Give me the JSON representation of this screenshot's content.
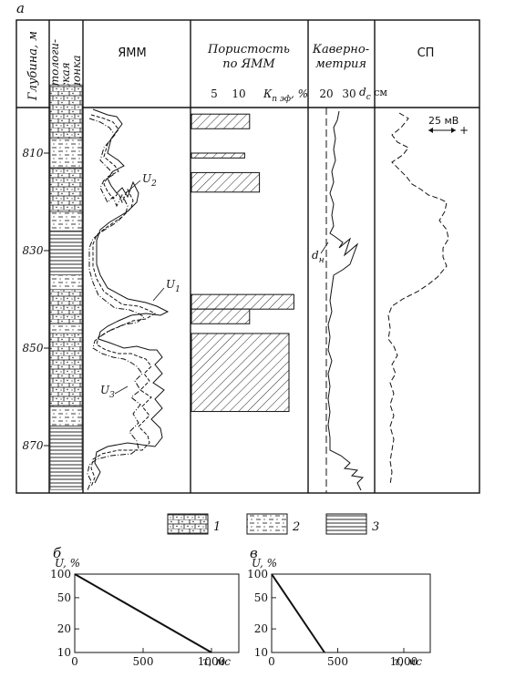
{
  "panel_labels": {
    "a": "а",
    "b": "б",
    "c": "в"
  },
  "headers": {
    "depth": "Глубина, м",
    "litho": [
      "Литологи-",
      "ческая",
      "колонка"
    ],
    "yamm": "ЯММ",
    "porosity": [
      "Пористость",
      "по ЯММ"
    ],
    "caliper": [
      "Каверно-",
      "метрия"
    ],
    "sp": "СП"
  },
  "porosity_scale": {
    "ticks": [
      "5",
      "10"
    ],
    "unit_label": "К",
    "unit_sub": "п эф",
    "unit_suffix": ", %"
  },
  "caliper_scale": {
    "ticks": [
      "20",
      "30"
    ],
    "unit_label": "d",
    "unit_sub": "с",
    "unit_suffix": " см"
  },
  "sp_scale": {
    "label": "25 мВ",
    "plus": "+"
  },
  "depth_ticks": [
    "810",
    "830",
    "850",
    "870"
  ],
  "curve_labels": {
    "u1": "U",
    "u1_sub": "1",
    "u2": "U",
    "u2_sub": "2",
    "u3": "U",
    "u3_sub": "3",
    "dn": "d",
    "dn_sub": "н"
  },
  "legend": [
    {
      "num": "1",
      "pattern": "sandstone"
    },
    {
      "num": "2",
      "pattern": "siltstone"
    },
    {
      "num": "3",
      "pattern": "clay"
    }
  ],
  "lithology_column": [
    {
      "top": 796,
      "bottom": 807,
      "rock": "sandstone"
    },
    {
      "top": 807,
      "bottom": 813,
      "rock": "siltstone"
    },
    {
      "top": 813,
      "bottom": 822,
      "rock": "sandstone"
    },
    {
      "top": 822,
      "bottom": 826,
      "rock": "siltstone"
    },
    {
      "top": 826,
      "bottom": 835,
      "rock": "clay"
    },
    {
      "top": 835,
      "bottom": 838,
      "rock": "siltstone"
    },
    {
      "top": 838,
      "bottom": 845,
      "rock": "sandstone"
    },
    {
      "top": 845,
      "bottom": 847,
      "rock": "siltstone"
    },
    {
      "top": 847,
      "bottom": 862,
      "rock": "sandstone"
    },
    {
      "top": 862,
      "bottom": 866,
      "rock": "siltstone"
    },
    {
      "top": 866,
      "bottom": 879,
      "rock": "clay"
    }
  ],
  "porosity_bars": [
    {
      "top": 802,
      "bottom": 805,
      "value": 12
    },
    {
      "top": 810,
      "bottom": 811,
      "value": 11
    },
    {
      "top": 814,
      "bottom": 818,
      "value": 14
    },
    {
      "top": 839,
      "bottom": 842,
      "value": 21
    },
    {
      "top": 842,
      "bottom": 845,
      "value": 12
    },
    {
      "top": 847,
      "bottom": 863,
      "value": 20
    }
  ],
  "chart_data": [
    {
      "type": "line",
      "panel": "б",
      "xlabel": "τ, мс",
      "ylabel": "U, %",
      "x_ticks": [
        "0",
        "500",
        "1000"
      ],
      "y_ticks": [
        "100",
        "50",
        "20",
        "10"
      ],
      "y_scale": "log",
      "xlim": [
        0,
        1200
      ],
      "ylim": [
        10,
        100
      ],
      "x": [
        0,
        1000
      ],
      "y": [
        100,
        10
      ]
    },
    {
      "type": "line",
      "panel": "в",
      "xlabel": "τ, мс",
      "ylabel": "U, %",
      "x_ticks": [
        "0",
        "500",
        "1000"
      ],
      "y_ticks": [
        "100",
        "50",
        "20",
        "10"
      ],
      "y_scale": "log",
      "xlim": [
        0,
        1200
      ],
      "ylim": [
        10,
        100
      ],
      "x": [
        0,
        400
      ],
      "y": [
        100,
        10
      ]
    }
  ]
}
